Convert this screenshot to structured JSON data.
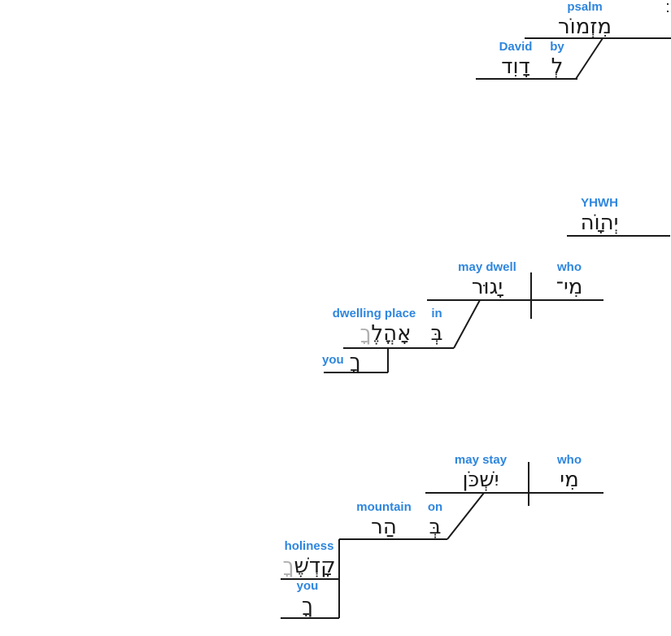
{
  "colors": {
    "accent": "#2e86de",
    "ink": "#1a1a1a",
    "suffix": "#b0b0b0",
    "background": "#ffffff"
  },
  "marks": {
    "sof_pasuq": "׃"
  },
  "clauses": [
    {
      "label": "superscription",
      "words": [
        {
          "id": "psalm",
          "gloss": "psalm",
          "hebrew": "מִזְמוֹר"
        },
        {
          "id": "by",
          "gloss": "by",
          "hebrew": "לְ"
        },
        {
          "id": "david",
          "gloss": "David",
          "hebrew": "דָוִד"
        }
      ]
    },
    {
      "label": "clause-1",
      "words": [
        {
          "id": "yhwh",
          "gloss": "YHWH",
          "hebrew": "יְהוָֹה"
        },
        {
          "id": "who-1",
          "gloss": "who",
          "hebrew": "מִי־"
        },
        {
          "id": "may-dwell",
          "gloss": "may dwell",
          "hebrew": "יָגוּר"
        },
        {
          "id": "in",
          "gloss": "in",
          "hebrew": "בְּ"
        },
        {
          "id": "dwelling-place",
          "gloss": "dwelling place",
          "hebrew": "אָהֳלֶ",
          "suffix": "ךָ"
        },
        {
          "id": "you-1",
          "gloss": "you",
          "hebrew": "ךָ"
        }
      ]
    },
    {
      "label": "clause-2",
      "words": [
        {
          "id": "who-2",
          "gloss": "who",
          "hebrew": "מִי"
        },
        {
          "id": "may-stay",
          "gloss": "may stay",
          "hebrew": "יִשְׁכֹּן"
        },
        {
          "id": "on",
          "gloss": "on",
          "hebrew": "בְּ"
        },
        {
          "id": "mountain",
          "gloss": "mountain",
          "hebrew": "הַר"
        },
        {
          "id": "holiness",
          "gloss": "holiness",
          "hebrew": "קָדְשֶׁ",
          "suffix": "ךָ"
        },
        {
          "id": "you-2",
          "gloss": "you",
          "hebrew": "ךָ"
        }
      ]
    }
  ]
}
